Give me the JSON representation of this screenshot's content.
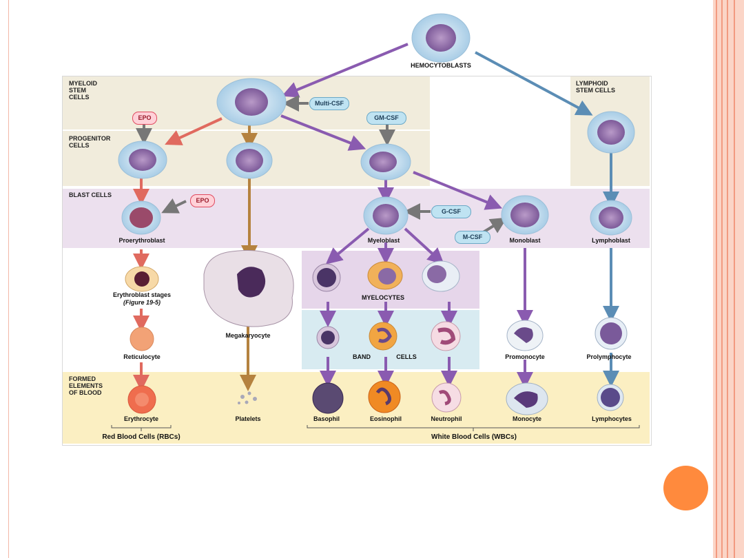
{
  "colors": {
    "frame_stripe": "#f29a80",
    "accent_dot": "#ff8a3d"
  },
  "bands": {
    "myeloid_stem": "MYELOID\nSTEM\nCELLS",
    "progenitor": "PROGENITOR\nCELLS",
    "blast": "BLAST CELLS",
    "lymphoid_stem": "LYMPHOID\nSTEM CELLS",
    "formed": "FORMED\nELEMENTS\nOF BLOOD"
  },
  "factors": {
    "multi_csf": "Multi-CSF",
    "gm_csf": "GM-CSF",
    "g_csf": "G-CSF",
    "m_csf": "M-CSF",
    "epo": "EPO"
  },
  "cells": {
    "hemocytoblasts": "HEMOCYTOBLASTS",
    "proerythroblast": "Proerythroblast",
    "erythroblast_stages": "Erythroblast stages",
    "figure_ref": "(Figure 19-5)",
    "reticulocyte": "Reticulocyte",
    "erythrocyte": "Erythrocyte",
    "megakaryocyte": "Megakaryocyte",
    "platelets": "Platelets",
    "myeloblast": "Myeloblast",
    "myelocytes": "MYELOCYTES",
    "band": "BAND",
    "cells_word": "CELLS",
    "basophil": "Basophil",
    "eosinophil": "Eosinophil",
    "neutrophil": "Neutrophil",
    "monoblast": "Monoblast",
    "promonocyte": "Promonocyte",
    "monocyte": "Monocyte",
    "lymphoblast": "Lymphoblast",
    "prolymphocyte": "Prolymphocyte",
    "lymphocytes": "Lymphocytes"
  },
  "groups": {
    "rbc": "Red Blood Cells (RBCs)",
    "wbc": "White Blood Cells (WBCs)"
  }
}
